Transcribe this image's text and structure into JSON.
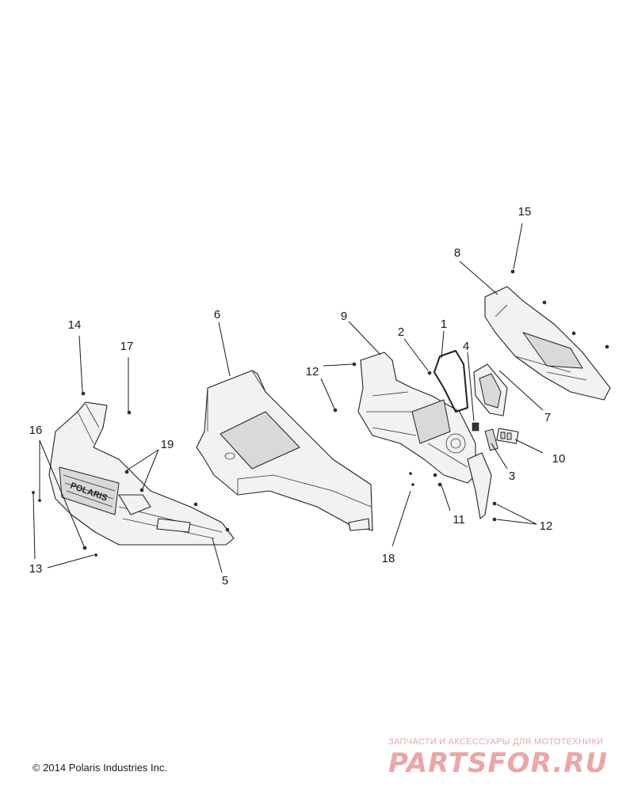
{
  "callouts": [
    {
      "id": "c1",
      "label": "1"
    },
    {
      "id": "c2",
      "label": "2"
    },
    {
      "id": "c3",
      "label": "3"
    },
    {
      "id": "c4",
      "label": "4"
    },
    {
      "id": "c5",
      "label": "5"
    },
    {
      "id": "c6",
      "label": "6"
    },
    {
      "id": "c7",
      "label": "7"
    },
    {
      "id": "c8",
      "label": "8"
    },
    {
      "id": "c9",
      "label": "9"
    },
    {
      "id": "c10",
      "label": "10"
    },
    {
      "id": "c11",
      "label": "11"
    },
    {
      "id": "c12a",
      "label": "12"
    },
    {
      "id": "c12b",
      "label": "12"
    },
    {
      "id": "c13",
      "label": "13"
    },
    {
      "id": "c14",
      "label": "14"
    },
    {
      "id": "c15",
      "label": "15"
    },
    {
      "id": "c16",
      "label": "16"
    },
    {
      "id": "c17",
      "label": "17"
    },
    {
      "id": "c18",
      "label": "18"
    },
    {
      "id": "c19",
      "label": "19"
    }
  ],
  "bumper_logo": "POLARIS",
  "copyright": "© 2014 Polaris Industries Inc.",
  "watermark": {
    "tagline": "ЗАПЧАСТИ И АКСЕССУАРЫ ДЛЯ МОТОТЕХНИКИ",
    "logo": "PARTSFOR.RU",
    "color": "#eda5a5"
  }
}
